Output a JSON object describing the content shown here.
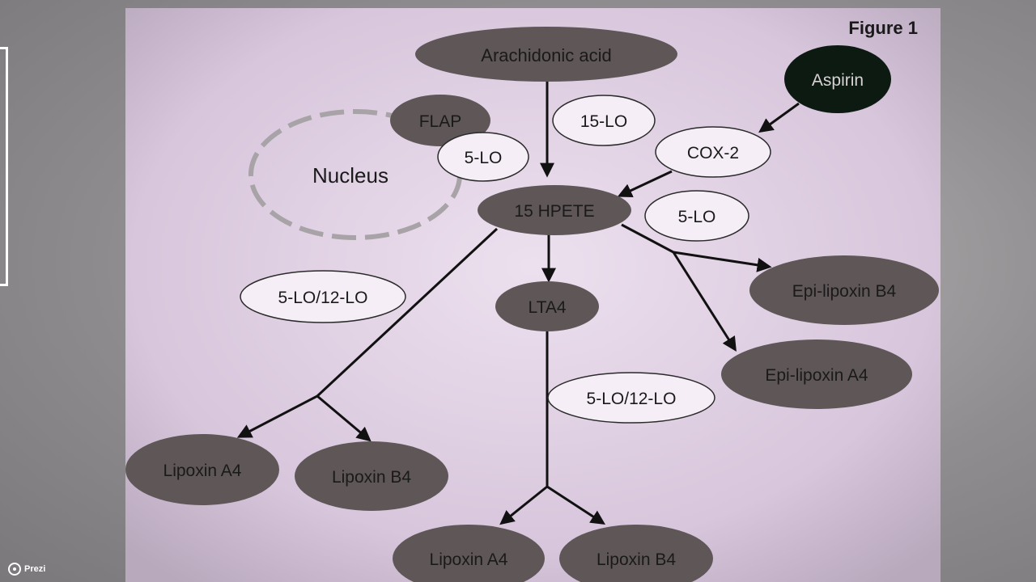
{
  "figure_label": "Figure 1",
  "nodes": {
    "arachidonic_acid": "Arachidonic acid",
    "aspirin": "Aspirin",
    "flap": "FLAP",
    "nucleus": "Nucleus",
    "five_lo_top": "5-LO",
    "fifteen_lo": "15-LO",
    "cox2": "COX-2",
    "hpete": "15 HPETE",
    "five_lo_right": "5-LO",
    "five_lo_12lo_left": "5-LO/12-LO",
    "lta4": "LTA4",
    "epi_lipoxin_b4": "Epi-lipoxin B4",
    "epi_lipoxin_a4": "Epi-lipoxin A4",
    "five_lo_12lo_center": "5-LO/12-LO",
    "lipoxin_a4_left": "Lipoxin A4",
    "lipoxin_b4_left": "Lipoxin B4",
    "lipoxin_a4_bottom": "Lipoxin A4",
    "lipoxin_b4_bottom": "Lipoxin B4"
  },
  "colors": {
    "slide_background": "#e3d3e6",
    "product_node": "#5e5657",
    "aspirin_node": "#0d1a12",
    "enzyme_fill": "#f5eef6",
    "arrow": "#111111"
  },
  "branding": {
    "prezi_label": "Prezi"
  }
}
